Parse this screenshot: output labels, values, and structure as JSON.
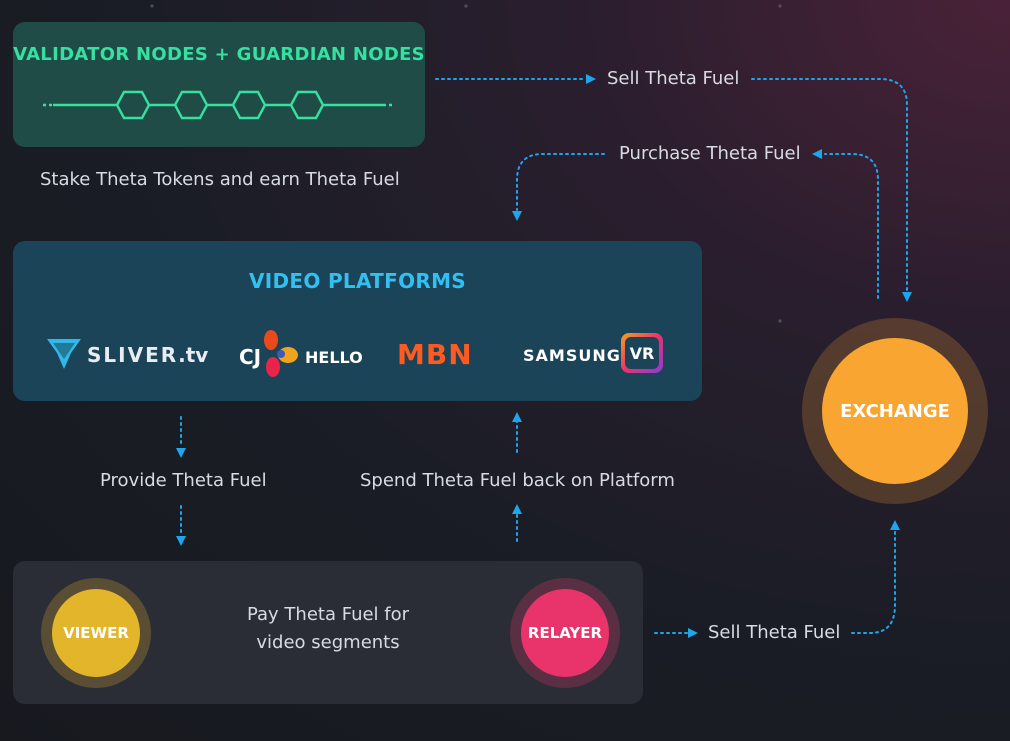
{
  "validator": {
    "title": "VALIDATOR NODES + GUARDIAN NODES",
    "caption": "Stake Theta Tokens and earn Theta Fuel"
  },
  "platforms": {
    "title": "VIDEO PLATFORMS",
    "logos": {
      "sliver_a": "SLIVER",
      "sliver_b": ".tv",
      "cj_a": "CJ",
      "cj_b": "HELLO",
      "mbn": "MBN",
      "samsung": "SAMSUNG",
      "vr": "VR"
    }
  },
  "flows": {
    "sell_top": "Sell Theta Fuel",
    "purchase": "Purchase Theta Fuel",
    "provide": "Provide Theta Fuel",
    "spend": "Spend Theta Fuel back on Platform",
    "pay_line1": "Pay Theta Fuel for",
    "pay_line2": "video segments",
    "sell_bottom": "Sell Theta Fuel"
  },
  "nodes": {
    "viewer": "VIEWER",
    "relayer": "RELAYER",
    "exchange": "EXCHANGE"
  },
  "colors": {
    "arrow": "#1ea5ec",
    "validator_accent": "#35e0a0",
    "platform_accent": "#33bff0",
    "viewer": "#e3b52a",
    "relayer": "#e8336b",
    "exchange": "#f8a531",
    "mbn": "#ff5a1f"
  }
}
